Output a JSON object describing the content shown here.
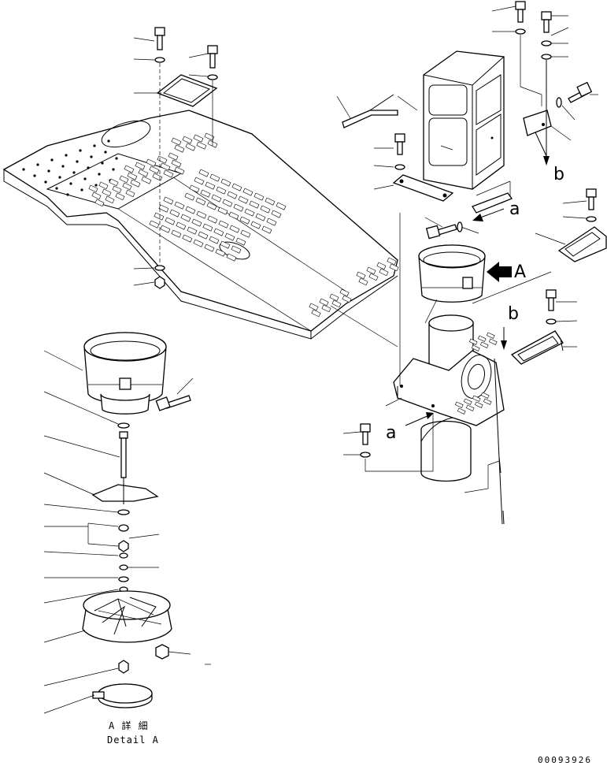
{
  "figure": {
    "callouts": {
      "a_upper": "a",
      "b_upper": "b",
      "a_lower": "a",
      "b_lower": "b",
      "detail_A": "A"
    },
    "detail_caption": {
      "jp": "A 詳 細",
      "en": "Detail A"
    },
    "drawing_number": "00093926"
  }
}
